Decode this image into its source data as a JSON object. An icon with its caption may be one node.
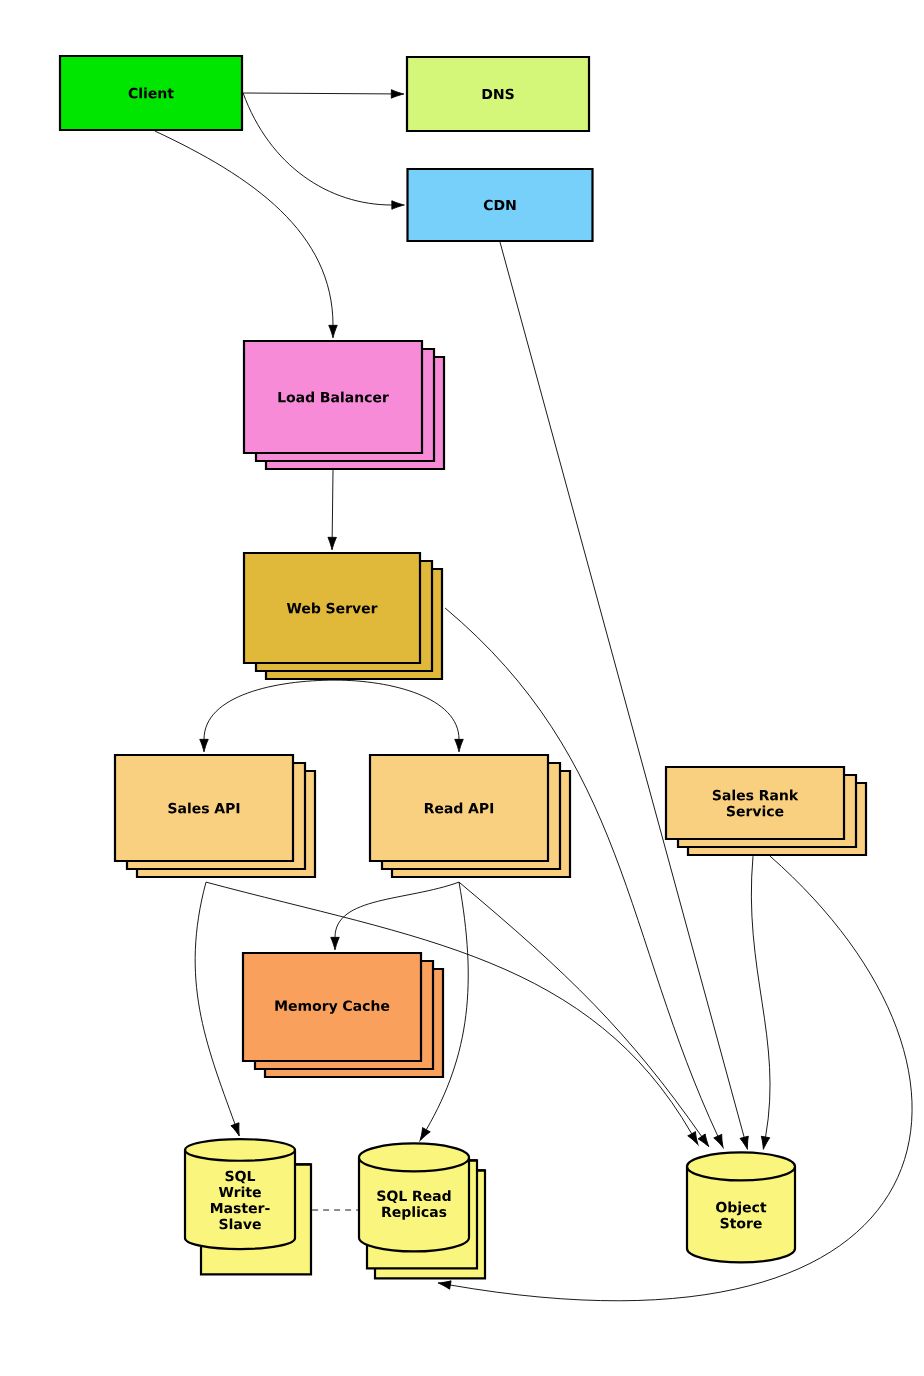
{
  "diagram": {
    "nodes": [
      {
        "text": [
          "Client"
        ]
      },
      {
        "text": [
          "DNS"
        ]
      },
      {
        "text": [
          "CDN"
        ]
      },
      {
        "text": [
          "Load Balancer"
        ]
      },
      {
        "text": [
          "Web Server"
        ]
      },
      {
        "text": [
          "Sales API"
        ]
      },
      {
        "text": [
          "Read API"
        ]
      },
      {
        "text": [
          "Sales Rank Service"
        ]
      },
      {
        "text": [
          "Memory Cache"
        ]
      },
      {
        "text": [
          "SQL Write Master-Slave"
        ]
      },
      {
        "text": [
          "SQL Read Replicas"
        ]
      },
      {
        "text": [
          "Object Store"
        ]
      }
    ],
    "edges": [
      {
        "from": 0,
        "to": 1,
        "arrow": "to"
      },
      {
        "from": 0,
        "to": 2,
        "arrow": "to"
      },
      {
        "from": 0,
        "to": 3,
        "arrow": "to"
      },
      {
        "from": 3,
        "to": 4,
        "arrow": "to"
      },
      {
        "from": 4,
        "to": 5,
        "arrow": "to"
      },
      {
        "from": 4,
        "to": 6,
        "arrow": "to"
      },
      {
        "from": 2,
        "to": 11,
        "arrow": "to"
      },
      {
        "from": 4,
        "to": 11,
        "arrow": "to"
      },
      {
        "from": 5,
        "to": 9,
        "arrow": "to"
      },
      {
        "from": 5,
        "to": 11,
        "arrow": "to"
      },
      {
        "from": 6,
        "to": 8,
        "arrow": "to"
      },
      {
        "from": 6,
        "to": 10,
        "arrow": "to"
      },
      {
        "from": 6,
        "to": 11,
        "arrow": "to"
      },
      {
        "from": 7,
        "to": 11,
        "arrow": "to"
      },
      {
        "from": 7,
        "to": 10,
        "arrow": "to"
      },
      {
        "from": 9,
        "to": 10,
        "arrow": "none",
        "style": "dashed"
      }
    ]
  }
}
